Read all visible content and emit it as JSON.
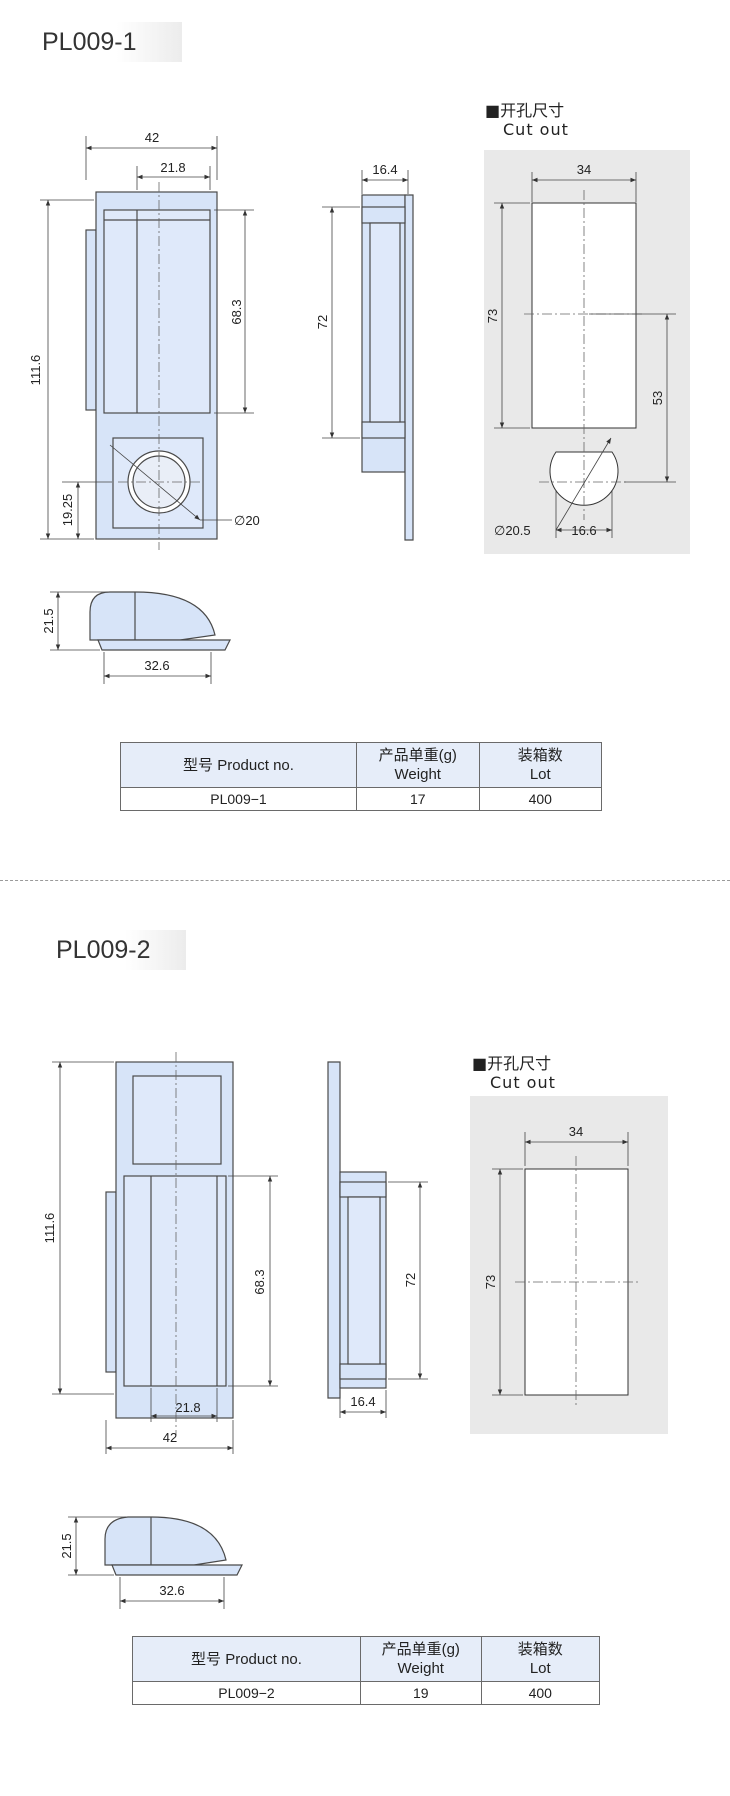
{
  "sections": [
    {
      "title": "PL009-1",
      "cutout_title_cn": "■开孔尺寸",
      "cutout_title_en": "Cut out",
      "dims": {
        "width": "42",
        "inner_width": "21.8",
        "height": "111.6",
        "recess_height": "68.3",
        "hole_offset": "19.25",
        "hole_dia": "∅20",
        "side_depth": "16.4",
        "side_height": "72",
        "cut_width": "34",
        "cut_height": "73",
        "cut_offset": "53",
        "cut_hole_dia": "∅20.5",
        "cut_hole_width": "16.6",
        "profile_height": "21.5",
        "profile_length": "32.6"
      },
      "table": {
        "headers": [
          [
            "型号 Product no."
          ],
          [
            "产品单重(g)",
            "Weight"
          ],
          [
            "装箱数",
            "Lot"
          ]
        ],
        "row": [
          "PL009−1",
          "17",
          "400"
        ]
      }
    },
    {
      "title": "PL009-2",
      "cutout_title_cn": "■开孔尺寸",
      "cutout_title_en": "Cut out",
      "dims": {
        "height": "111.6",
        "recess_height": "68.3",
        "inner_width": "21.8",
        "width": "42",
        "side_height": "72",
        "side_depth": "16.4",
        "cut_width": "34",
        "cut_height": "73",
        "profile_height": "21.5",
        "profile_length": "32.6"
      },
      "table": {
        "headers": [
          [
            "型号 Product no."
          ],
          [
            "产品单重(g)",
            "Weight"
          ],
          [
            "装箱数",
            "Lot"
          ]
        ],
        "row": [
          "PL009−2",
          "19",
          "400"
        ]
      }
    }
  ],
  "colors": {
    "part_fill": "#d7e4f8",
    "part_stroke": "#4a4a4a",
    "cutout_bg": "#e9e9e9",
    "table_header_bg": "#e6edf9"
  }
}
